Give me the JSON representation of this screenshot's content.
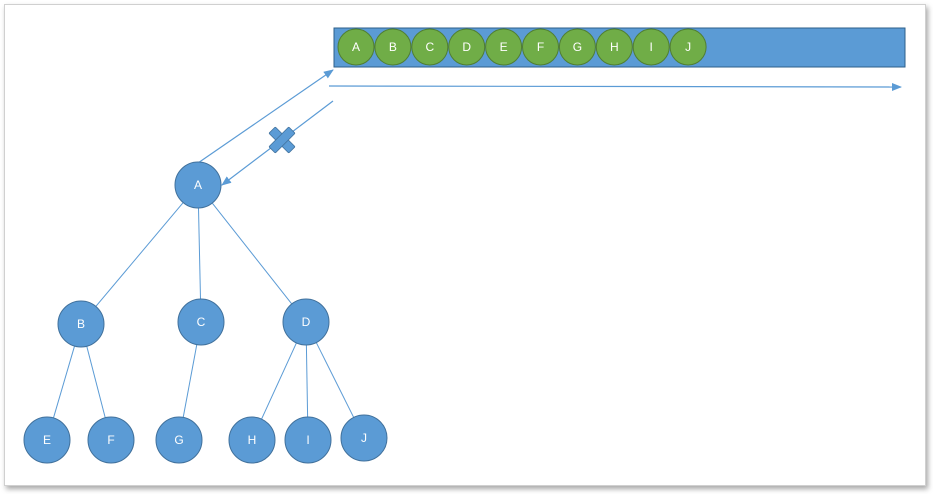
{
  "colors": {
    "tree_node": "#5b9bd5",
    "tree_node_stroke": "#41719c",
    "queue_bar": "#5b9bd5",
    "queue_bar_stroke": "#2e5f8a",
    "queue_node": "#70ad47",
    "queue_node_stroke": "#507e32",
    "edge": "#5b9bd5",
    "cross": "#5b9bd5"
  },
  "tree": {
    "nodes": [
      {
        "id": "A",
        "label": "A"
      },
      {
        "id": "B",
        "label": "B"
      },
      {
        "id": "C",
        "label": "C"
      },
      {
        "id": "D",
        "label": "D"
      },
      {
        "id": "E",
        "label": "E"
      },
      {
        "id": "F",
        "label": "F"
      },
      {
        "id": "G",
        "label": "G"
      },
      {
        "id": "H",
        "label": "H"
      },
      {
        "id": "I",
        "label": "I"
      },
      {
        "id": "J",
        "label": "J"
      }
    ],
    "edges": [
      [
        "A",
        "B"
      ],
      [
        "A",
        "C"
      ],
      [
        "A",
        "D"
      ],
      [
        "B",
        "E"
      ],
      [
        "B",
        "F"
      ],
      [
        "C",
        "G"
      ],
      [
        "D",
        "H"
      ],
      [
        "D",
        "I"
      ],
      [
        "D",
        "J"
      ]
    ]
  },
  "queue": {
    "items": [
      "A",
      "B",
      "C",
      "D",
      "E",
      "F",
      "G",
      "H",
      "I",
      "J"
    ]
  },
  "icons": {
    "blocked": "cross-icon"
  }
}
